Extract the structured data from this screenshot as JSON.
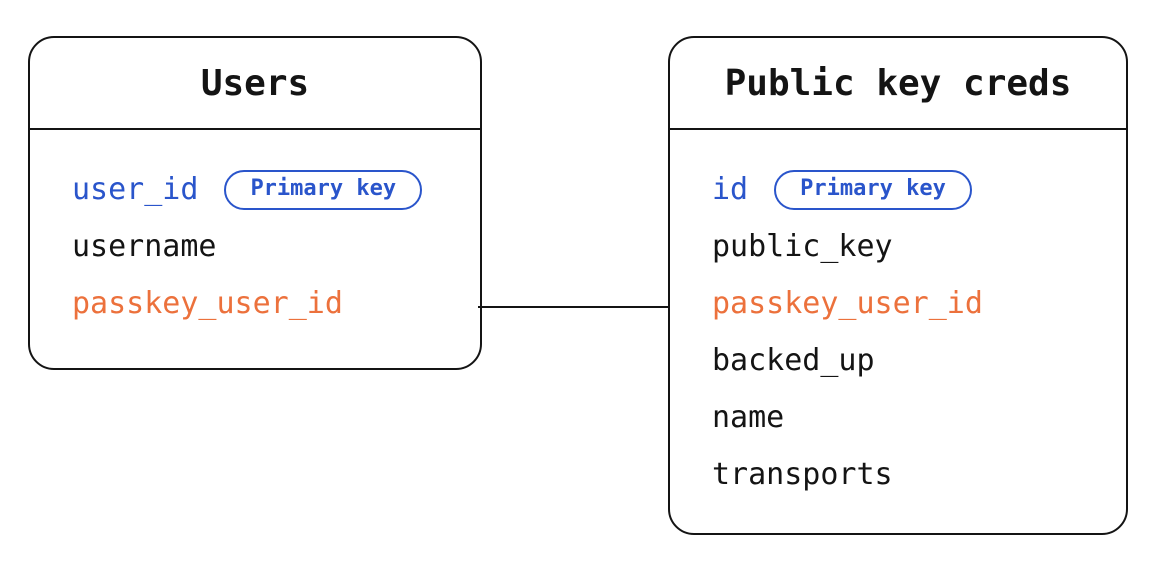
{
  "colors": {
    "blue": "#2a55cb",
    "orange": "#ec713c",
    "ink": "#141414",
    "background": "#ffffff"
  },
  "tables": [
    {
      "title": "Users",
      "fields": [
        {
          "name": "user_id",
          "color": "blue",
          "badge": "Primary key"
        },
        {
          "name": "username",
          "color": "ink"
        },
        {
          "name": "passkey_user_id",
          "color": "orange"
        }
      ]
    },
    {
      "title": "Public key creds",
      "fields": [
        {
          "name": "id",
          "color": "blue",
          "badge": "Primary key"
        },
        {
          "name": "public_key",
          "color": "ink"
        },
        {
          "name": "passkey_user_id",
          "color": "orange"
        },
        {
          "name": "backed_up",
          "color": "ink"
        },
        {
          "name": "name",
          "color": "ink"
        },
        {
          "name": "transports",
          "color": "ink"
        }
      ]
    }
  ],
  "relationship": {
    "from_table": "Users",
    "from_field": "passkey_user_id",
    "to_table": "Public key creds",
    "to_field": "passkey_user_id"
  }
}
